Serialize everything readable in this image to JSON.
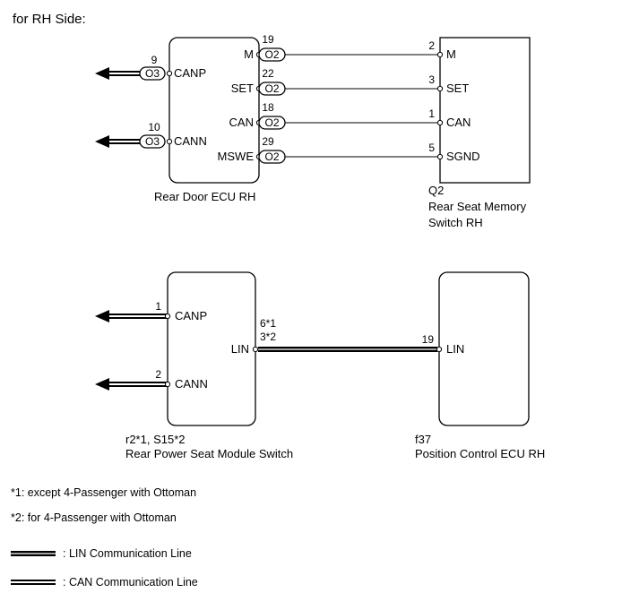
{
  "header": "for RH Side:",
  "top": {
    "ecu_name": "Rear Door ECU RH",
    "switch_code": "Q2",
    "switch_name_line1": "Rear Seat Memory",
    "switch_name_line2": "Switch RH",
    "left_lines": [
      {
        "pin": "9",
        "connector": "O3",
        "signal": "CANP"
      },
      {
        "pin": "10",
        "connector": "O3",
        "signal": "CANN"
      }
    ],
    "wires": [
      {
        "ecu_pin": "19",
        "ecu_signal": "M",
        "connector": "O2",
        "sw_pin": "2",
        "sw_signal": "M"
      },
      {
        "ecu_pin": "22",
        "ecu_signal": "SET",
        "connector": "O2",
        "sw_pin": "3",
        "sw_signal": "SET"
      },
      {
        "ecu_pin": "18",
        "ecu_signal": "CAN",
        "connector": "O2",
        "sw_pin": "1",
        "sw_signal": "CAN"
      },
      {
        "ecu_pin": "29",
        "ecu_signal": "MSWE",
        "connector": "O2",
        "sw_pin": "5",
        "sw_signal": "SGND"
      }
    ]
  },
  "bottom": {
    "module_code": "r2*1, S15*2",
    "module_name": "Rear Power Seat Module Switch",
    "ecu_code": "f37",
    "ecu_name": "Position Control ECU RH",
    "left_lines": [
      {
        "pin": "1",
        "signal": "CANP"
      },
      {
        "pin": "2",
        "signal": "CANN"
      }
    ],
    "lin": {
      "module_signal": "LIN",
      "module_pin_1": "6*1",
      "module_pin_2": "3*2",
      "ecu_pin": "19",
      "ecu_signal": "LIN"
    }
  },
  "notes": {
    "note1": "*1: except 4-Passenger with Ottoman",
    "note2": "*2: for 4-Passenger with Ottoman"
  },
  "legend": {
    "lin": ": LIN Communication Line",
    "can": ": CAN Communication Line"
  }
}
